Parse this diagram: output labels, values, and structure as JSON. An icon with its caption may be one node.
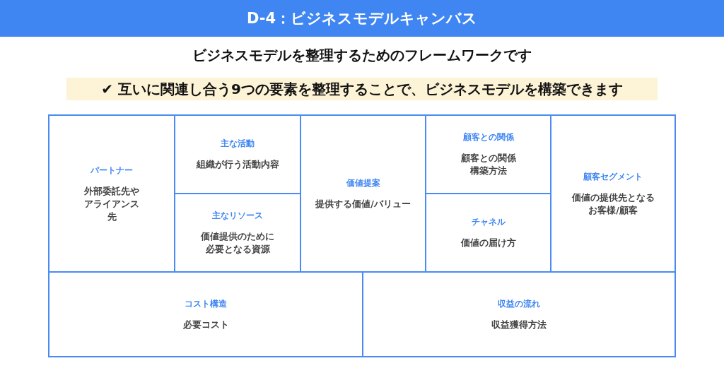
{
  "diagram": {
    "title": "D-4：ビジネスモデルキャンバス",
    "nodes": [
      {
        "text": [
          "パートナー",
          "外部委託先やアライアンス先"
        ]
      },
      {
        "text": [
          "主な活動",
          "組織が行う活動内容"
        ]
      },
      {
        "text": [
          "主なリソース",
          "価値提供のために必要となる資源"
        ]
      },
      {
        "text": [
          "価値提案",
          "提供する価値/バリュー"
        ]
      },
      {
        "text": [
          "顧客との関係",
          "顧客との関係構築方法"
        ]
      },
      {
        "text": [
          "チャネル",
          "価値の届け方"
        ]
      },
      {
        "text": [
          "顧客セグメント",
          "価値の提供先となるお客様/顧客"
        ]
      },
      {
        "text": [
          "コスト構造",
          "必要コスト"
        ]
      },
      {
        "text": [
          "収益の流れ",
          "収益獲得方法"
        ]
      }
    ],
    "labels": [
      "ビジネスモデルを整理するためのフレームワークです",
      "✔ 互いに関連し合う9つの要素を整理することで、ビジネスモデルを構築できます"
    ]
  }
}
